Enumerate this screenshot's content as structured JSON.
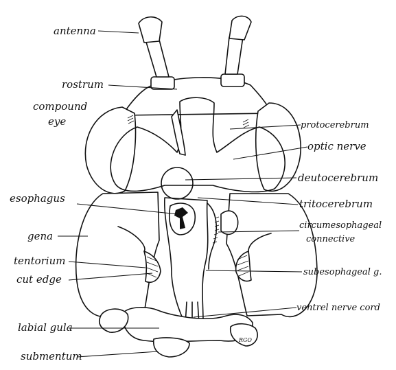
{
  "labels": {
    "antenna": "antenna",
    "rostrum": "rostrum",
    "compound_eye_line1": "compound",
    "compound_eye_line2": "eye",
    "protocerebrum": "protocerebrum",
    "optic_nerve": "optic nerve",
    "deutocerebrum": "deutocerebrum",
    "esophagus": "esophagus",
    "tritocerebrum": "tritocerebrum",
    "circumesophageal_line1": "circumesophageal",
    "circumesophageal_line2": "connective",
    "gena": "gena",
    "tentorium": "tentorium",
    "cut_edge": "cut edge",
    "subesophageal": "subesophageal g.",
    "ventral_nerve_cord": "ventrel nerve cord",
    "labial_gula": "labial gula",
    "submentum": "submentum"
  },
  "signature": "RGO"
}
